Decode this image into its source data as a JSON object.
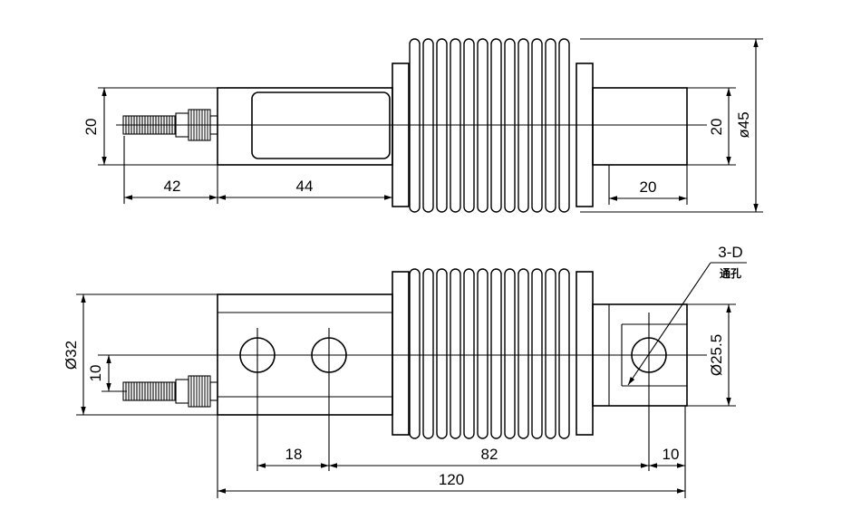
{
  "top_view": {
    "dims": {
      "height_left": "20",
      "cable_length": "42",
      "body_length": "44",
      "height_right": "20",
      "diameter_outer": "ø45",
      "end_length": "20"
    }
  },
  "bottom_view": {
    "dims": {
      "diameter_body": "Ø32",
      "offset": "10",
      "hole_spacing_1": "18",
      "hole_spacing_2": "82",
      "end_offset": "10",
      "total_length": "120",
      "diameter_end": "Ø25.5"
    },
    "hole_note": {
      "spec": "3-D",
      "label": "通孔"
    }
  }
}
